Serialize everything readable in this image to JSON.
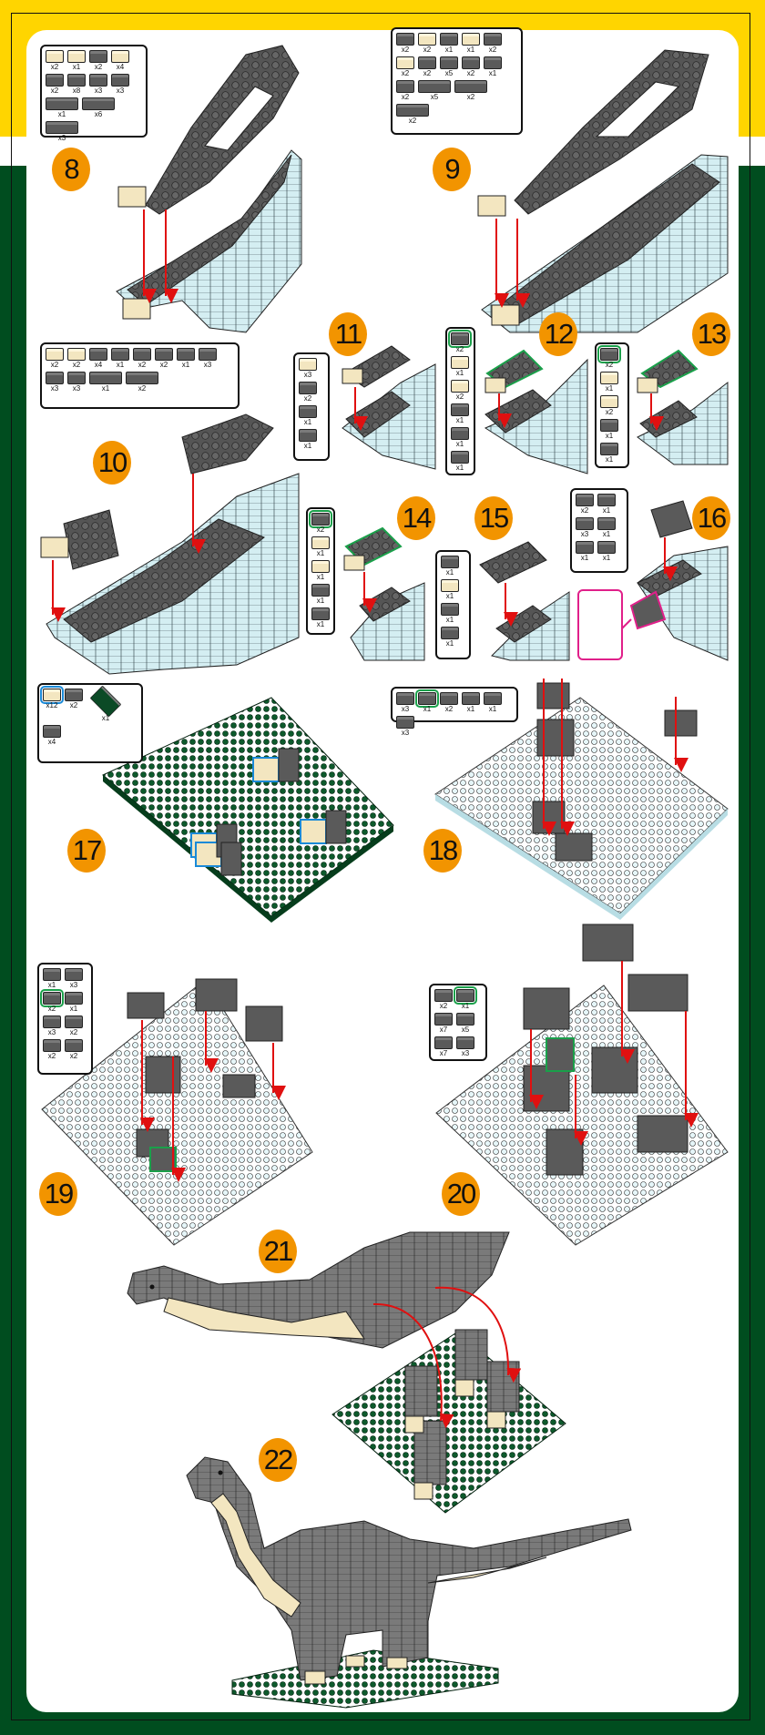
{
  "page": {
    "colors": {
      "top_band": "#ffd500",
      "frame": "#004d1f",
      "badge": "#f29400",
      "arrow": "#e01010",
      "highlight": "#1aa04a",
      "inset": "#e0208a"
    }
  },
  "steps": [
    {
      "number": "8",
      "parts": [
        [
          "tan",
          "x2"
        ],
        [
          "tan",
          "x1"
        ],
        [
          "gray",
          "x2"
        ],
        [
          "tan",
          "x4"
        ],
        [
          "gray",
          "x2"
        ],
        [
          "gray",
          "x8"
        ],
        [
          "gray",
          "x3"
        ],
        [
          "gray",
          "x3"
        ],
        [
          "gray-long",
          "x1"
        ],
        [
          "gray-long",
          "x6"
        ],
        [
          "gray-long",
          "x3"
        ]
      ]
    },
    {
      "number": "9",
      "parts": [
        [
          "gray",
          "x2"
        ],
        [
          "tan",
          "x2"
        ],
        [
          "gray",
          "x1"
        ],
        [
          "tan",
          "x1"
        ],
        [
          "gray",
          "x2"
        ],
        [
          "tan",
          "x2"
        ],
        [
          "gray",
          "x2"
        ],
        [
          "gray",
          "x5"
        ],
        [
          "gray",
          "x2"
        ],
        [
          "gray",
          "x1"
        ],
        [
          "gray",
          "x2"
        ],
        [
          "gray-long",
          "x5"
        ],
        [
          "gray-long",
          "x2"
        ],
        [
          "gray-long",
          "x2"
        ]
      ]
    },
    {
      "number": "10",
      "parts": [
        [
          "tan",
          "x2"
        ],
        [
          "tan",
          "x2"
        ],
        [
          "gray",
          "x4"
        ],
        [
          "gray",
          "x1"
        ],
        [
          "gray",
          "x2"
        ],
        [
          "gray",
          "x2"
        ],
        [
          "gray",
          "x1"
        ],
        [
          "gray",
          "x3"
        ],
        [
          "gray",
          "x3"
        ],
        [
          "gray",
          "x3"
        ],
        [
          "gray-long",
          "x1"
        ],
        [
          "gray-long",
          "x2"
        ]
      ]
    },
    {
      "number": "11",
      "parts": [
        [
          "tan",
          "x3"
        ],
        [
          "gray",
          "x2"
        ],
        [
          "gray",
          "x1"
        ],
        [
          "gray",
          "x1"
        ]
      ]
    },
    {
      "number": "12",
      "parts": [
        [
          "gray-hl",
          "x2"
        ],
        [
          "tan",
          "x1"
        ],
        [
          "tan",
          "x2"
        ],
        [
          "gray",
          "x1"
        ],
        [
          "gray",
          "x1"
        ],
        [
          "gray",
          "x1"
        ]
      ]
    },
    {
      "number": "13",
      "parts": [
        [
          "gray-hl",
          "x2"
        ],
        [
          "tan",
          "x1"
        ],
        [
          "tan",
          "x2"
        ],
        [
          "gray",
          "x1"
        ],
        [
          "gray",
          "x1"
        ]
      ]
    },
    {
      "number": "14",
      "parts": [
        [
          "gray-hl",
          "x2"
        ],
        [
          "tan",
          "x1"
        ],
        [
          "tan",
          "x1"
        ],
        [
          "gray",
          "x1"
        ],
        [
          "gray",
          "x1"
        ]
      ]
    },
    {
      "number": "15",
      "parts": [
        [
          "gray",
          "x1"
        ],
        [
          "tan",
          "x1"
        ],
        [
          "gray",
          "x1"
        ],
        [
          "gray",
          "x1"
        ]
      ]
    },
    {
      "number": "16",
      "parts": [
        [
          "gray",
          "x2"
        ],
        [
          "gray",
          "x1"
        ],
        [
          "gray",
          "x3"
        ],
        [
          "gray",
          "x1"
        ],
        [
          "gray",
          "x1"
        ],
        [
          "gray",
          "x1"
        ]
      ]
    },
    {
      "number": "17",
      "parts": [
        [
          "tan-hlb",
          "x12"
        ],
        [
          "gray",
          "x2"
        ],
        [
          "plate",
          "x1"
        ],
        [
          "gray",
          "x4"
        ]
      ]
    },
    {
      "number": "18",
      "parts": [
        [
          "gray",
          "x3"
        ],
        [
          "gray-hl",
          "x1"
        ],
        [
          "gray",
          "x2"
        ],
        [
          "gray",
          "x1"
        ],
        [
          "gray",
          "x1"
        ],
        [
          "gray",
          "x3"
        ]
      ]
    },
    {
      "number": "19",
      "parts": [
        [
          "gray",
          "x1"
        ],
        [
          "gray",
          "x3"
        ],
        [
          "gray-hl",
          "x2"
        ],
        [
          "gray",
          "x1"
        ],
        [
          "gray",
          "x3"
        ],
        [
          "gray",
          "x2"
        ],
        [
          "gray",
          "x2"
        ],
        [
          "gray",
          "x2"
        ]
      ]
    },
    {
      "number": "20",
      "parts": [
        [
          "gray",
          "x2"
        ],
        [
          "gray-hl",
          "x1"
        ],
        [
          "gray",
          "x7"
        ],
        [
          "gray",
          "x5"
        ],
        [
          "gray",
          "x7"
        ],
        [
          "gray",
          "x3"
        ]
      ]
    },
    {
      "number": "21",
      "parts": []
    },
    {
      "number": "22",
      "parts": []
    }
  ]
}
